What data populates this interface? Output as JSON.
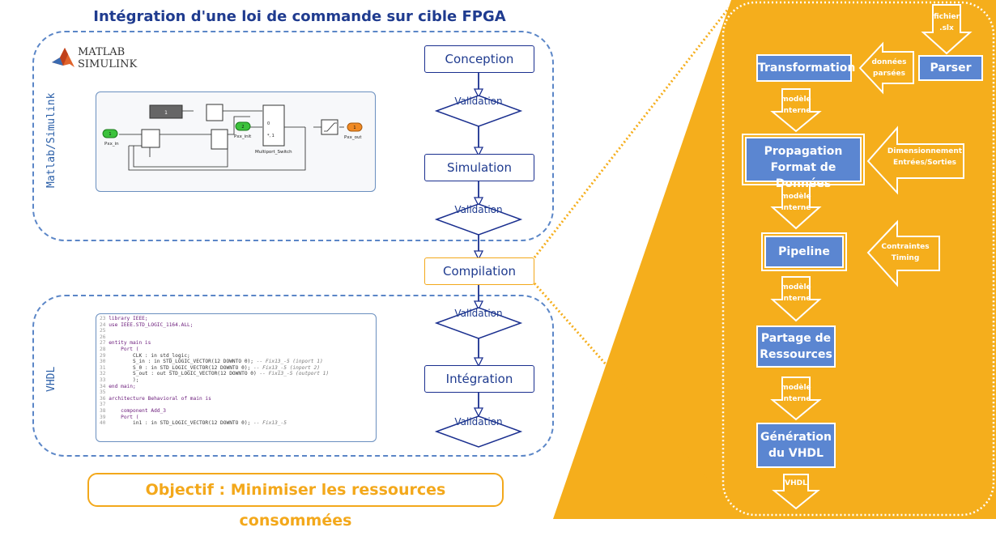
{
  "title": "Intégration d'une loi de commande sur cible FPGA",
  "matlab_logo": {
    "line1": "MATLAB",
    "line2": "SIMULINK"
  },
  "section_labels": {
    "simulink": "Matlab/Simulink",
    "vhdl": "VHDL"
  },
  "flow": {
    "conception": "Conception",
    "validation": "Validation",
    "simulation": "Simulation",
    "compilation": "Compilation",
    "integration": "Intégration"
  },
  "simulink_diagram": {
    "in_port": "Pxx_in",
    "init_port": "Pxx_init",
    "out_port": "Pxx_out",
    "switch_label": "Multiport_Switch",
    "port_numbers": [
      "1",
      "2",
      "1"
    ],
    "const_value": "1",
    "switch_inputs": [
      "0",
      "*, 1"
    ]
  },
  "vhdl_code": [
    {
      "n": "23",
      "t": "library IEEE;"
    },
    {
      "n": "24",
      "t": "use IEEE.STD_LOGIC_1164.ALL;"
    },
    {
      "n": "25",
      "t": ""
    },
    {
      "n": "26",
      "t": ""
    },
    {
      "n": "27",
      "t": "entity main is"
    },
    {
      "n": "28",
      "t": "    Port ("
    },
    {
      "n": "29",
      "t": "        CLK : in std_logic;"
    },
    {
      "n": "30",
      "t": "        S_in : in STD_LOGIC_VECTOR(12 DOWNTO 0); -- Fix13_-5 (inport 1)"
    },
    {
      "n": "31",
      "t": "        S_0 : in STD_LOGIC_VECTOR(12 DOWNTO 0); -- Fix13_-5 (inport 2)"
    },
    {
      "n": "32",
      "t": "        S_out : out STD_LOGIC_VECTOR(12 DOWNTO 0) -- Fix13_-5 (outport 1)"
    },
    {
      "n": "33",
      "t": "        );"
    },
    {
      "n": "34",
      "t": "end main;"
    },
    {
      "n": "35",
      "t": ""
    },
    {
      "n": "36",
      "t": "architecture Behavioral of main is"
    },
    {
      "n": "37",
      "t": ""
    },
    {
      "n": "38",
      "t": "    component Add_3"
    },
    {
      "n": "39",
      "t": "    Port ("
    },
    {
      "n": "40",
      "t": "        in1 : in STD_LOGIC_VECTOR(12 DOWNTO 0); -- Fix13_-5"
    }
  ],
  "objectif": "Objectif : Minimiser les ressources consommées",
  "pipeline_panel": {
    "fichier": [
      "fichier",
      ".slx"
    ],
    "parser": "Parser",
    "donnees_parsees": [
      "données",
      "parsées"
    ],
    "transformation": "Transformation",
    "modele_interne": [
      "modèle",
      "interne"
    ],
    "propagation": [
      "Propagation",
      "Format de Données"
    ],
    "dimensionnement": [
      "Dimensionnement",
      "Entrées/Sorties"
    ],
    "pipeline": "Pipeline",
    "contraintes": [
      "Contraintes",
      "Timing"
    ],
    "partage": [
      "Partage de",
      "Ressources"
    ],
    "generation": [
      "Génération",
      "du VHDL"
    ],
    "vhdl_out": "VHDL"
  },
  "colors": {
    "accent_orange": "#f5ae1c",
    "box_blue": "#5b86d1",
    "title_blue": "#1f3b8f",
    "dash_blue": "#5b86c7"
  }
}
